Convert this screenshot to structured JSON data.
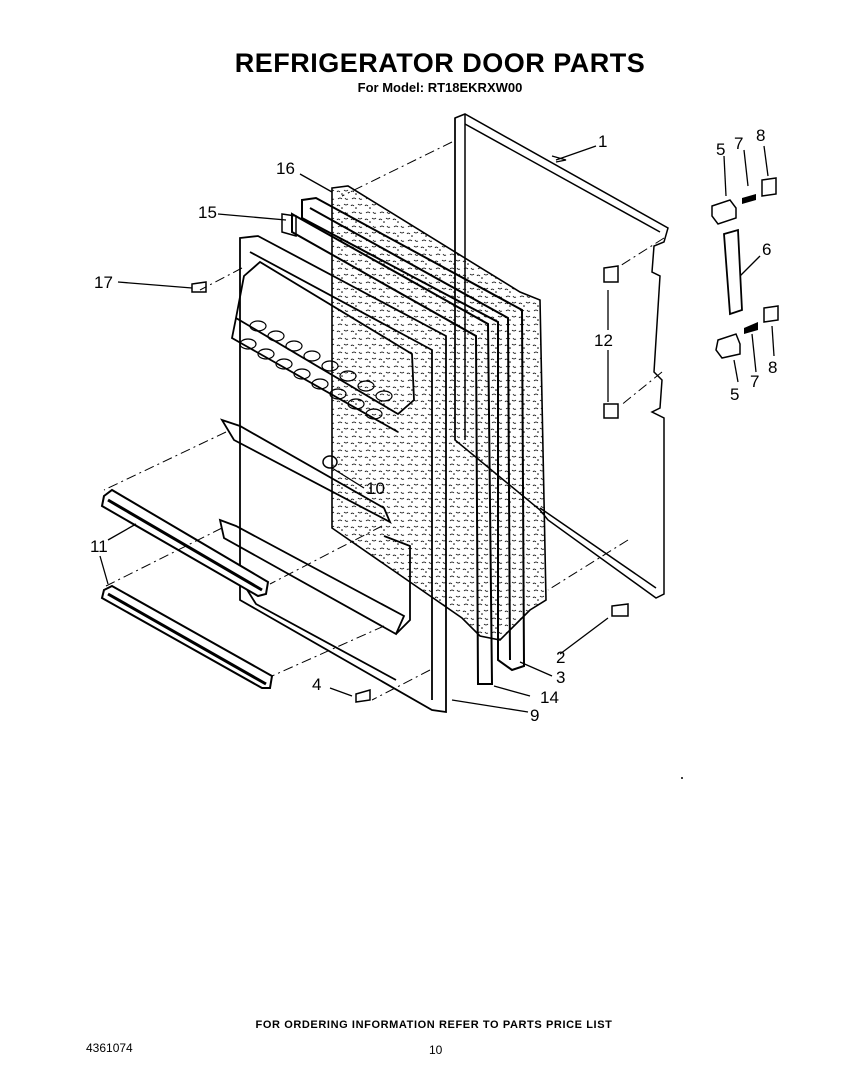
{
  "title": "REFRIGERATOR DOOR PARTS",
  "subtitle": "For Model: RT18EKRXW00",
  "footer_note": "FOR ORDERING INFORMATION REFER TO PARTS PRICE LIST",
  "doc_number": "4361074",
  "page_number": "10",
  "callouts": {
    "c1": "1",
    "c2": "2",
    "c3": "3",
    "c4": "4",
    "c5a": "5",
    "c5b": "5",
    "c6": "6",
    "c7a": "7",
    "c7b": "7",
    "c8a": "8",
    "c8b": "8",
    "c9": "9",
    "c10": "10",
    "c11": "11",
    "c12": "12",
    "c14": "14",
    "c15": "15",
    "c16": "16",
    "c17": "17"
  }
}
